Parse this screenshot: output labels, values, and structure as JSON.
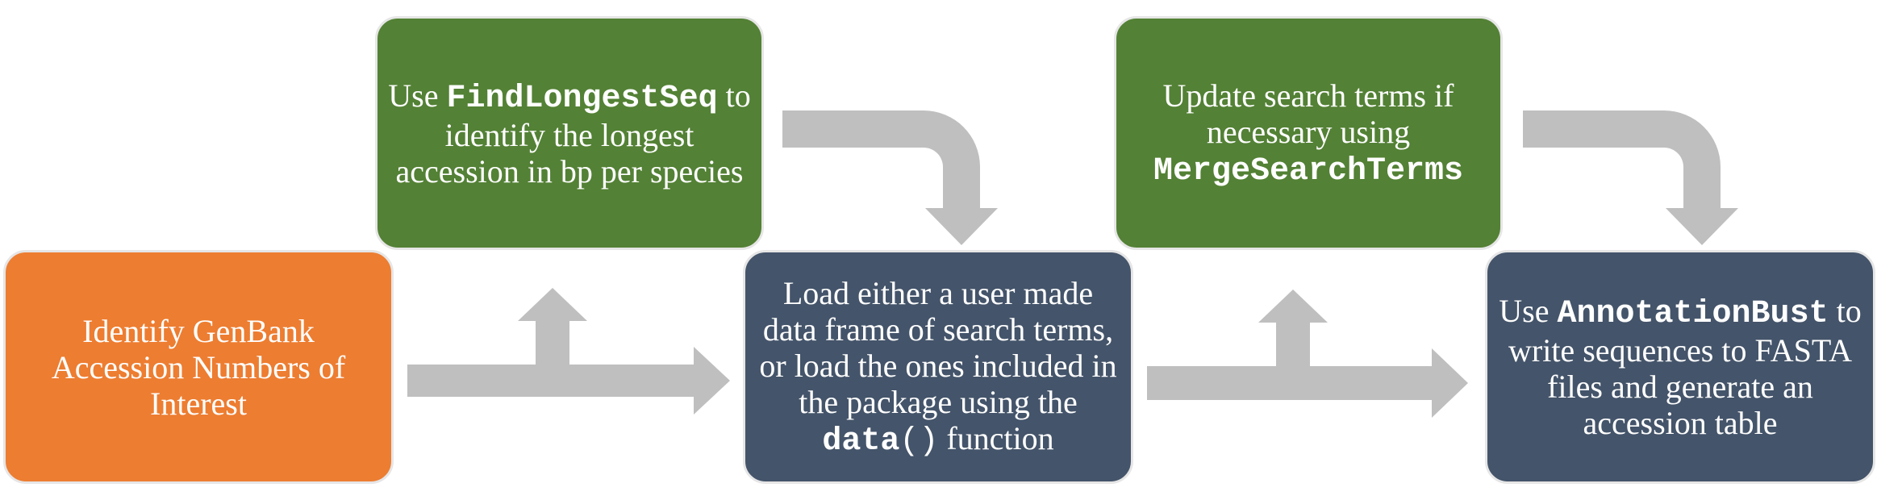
{
  "colors": {
    "start": "#ed7d31",
    "optional_step": "#538135",
    "main_step": "#44546a",
    "arrow": "#bfbfbf"
  },
  "nodes": {
    "identify": {
      "text": "Identify GenBank Accession Numbers of Interest"
    },
    "find_longest": {
      "pre": "Use ",
      "func": "FindLongestSeq",
      "post": " to identify the longest accession in bp per species"
    },
    "load": {
      "text": "Load either a user made data frame of search terms, or load the ones included in the package using the",
      "func": "data",
      "parens": "()",
      "post": " function"
    },
    "update": {
      "text": "Update search terms if necessary using",
      "func": "MergeSearchTerms"
    },
    "annotation": {
      "pre": "Use ",
      "func": "AnnotationBust",
      "post": " to write sequences to FASTA files and generate an accession table"
    }
  }
}
